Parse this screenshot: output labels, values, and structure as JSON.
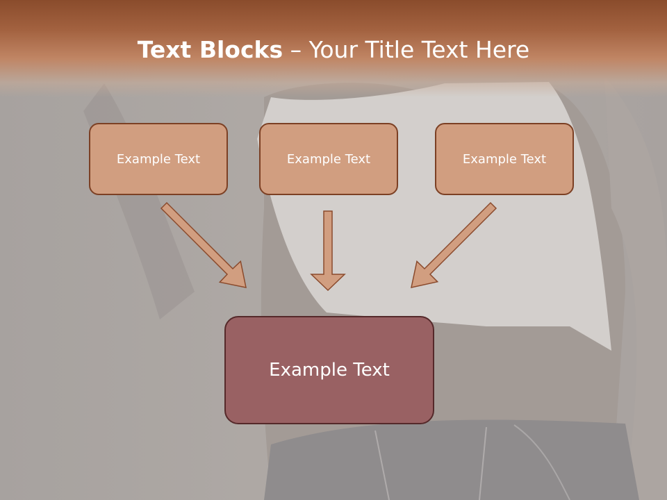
{
  "slide": {
    "title_bold": "Text Blocks",
    "title_rest": " – Your Title Text Here"
  },
  "boxes": [
    {
      "label": "Example Text"
    },
    {
      "label": "Example Text"
    },
    {
      "label": "Example Text"
    }
  ],
  "target": {
    "label": "Example Text"
  },
  "colors": {
    "header": "#8a4c2c",
    "box_fill": "#d19e80",
    "box_border": "#7c4024",
    "target_fill": "#996163",
    "target_border": "#55292a",
    "arrow_fill": "#d19e80",
    "arrow_stroke": "#8a4a2c"
  }
}
